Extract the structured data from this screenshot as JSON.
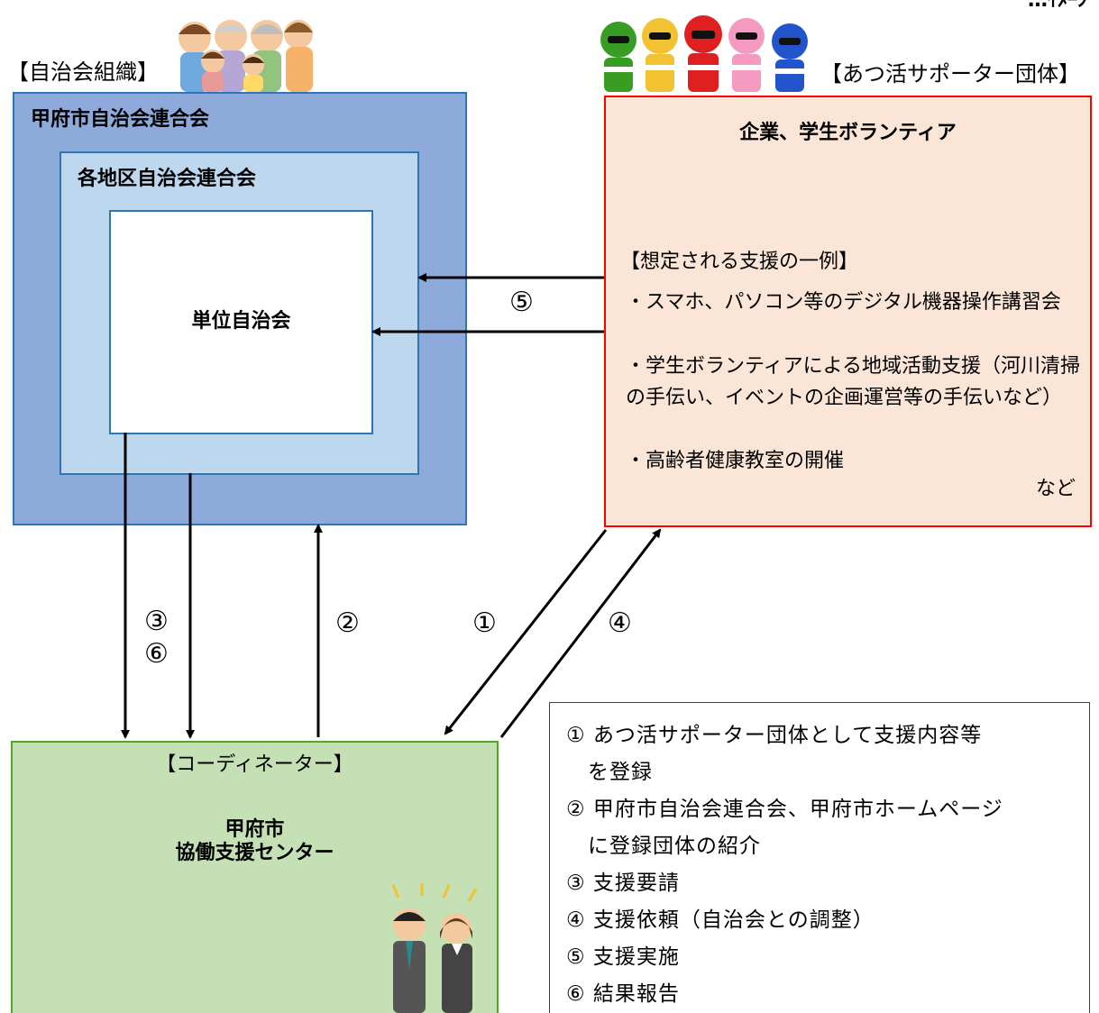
{
  "header": {
    "corner_label": "…ｲﾒｰｼﾞ"
  },
  "jichikai": {
    "group_label": "【自治会組織】",
    "outer_title": "甲府市自治会連合会",
    "middle_title": "各地区自治会連合会",
    "inner_title": "単位自治会"
  },
  "supporter": {
    "group_label": "【あつ活サポーター団体】",
    "title": "企業、学生ボランティア",
    "support_heading": "【想定される支援の一例】",
    "support_items": [
      "・スマホ、パソコン等のデジタル機器操作講習会",
      "・学生ボランティアによる地域活動支援（河川清掃の手伝い、イベントの企画運営等の手伝いなど）",
      "・高齢者健康教室の開催"
    ],
    "support_etc": "など"
  },
  "coordinator": {
    "label": "【コーディネーター】",
    "title_line1": "甲府市",
    "title_line2": "協働支援センター"
  },
  "arrow_numbers": {
    "n1": "①",
    "n2": "②",
    "n3": "③",
    "n4": "④",
    "n5": "⑤",
    "n6": "⑥"
  },
  "legend": {
    "lines": [
      "① あつ活サポーター団体として支援内容等",
      "　を登録",
      "② 甲府市自治会連合会、甲府市ホームページ",
      "　に登録団体の紹介",
      "③ 支援要請",
      "④ 支援依頼（自治会との調整）",
      "⑤ 支援実施",
      "⑥ 結果報告"
    ]
  },
  "colors": {
    "outer_fill": "#8eaadb",
    "middle_fill": "#bdd7ee",
    "box_border": "#2e75b6",
    "supporter_fill": "#fbe5d6",
    "supporter_border": "#ff0000",
    "coordinator_fill": "#c5e0b4",
    "coordinator_border": "#4ea72e"
  },
  "illustrations": [
    "family-illustration",
    "ranger-heroes-illustration",
    "staff-illustration"
  ]
}
